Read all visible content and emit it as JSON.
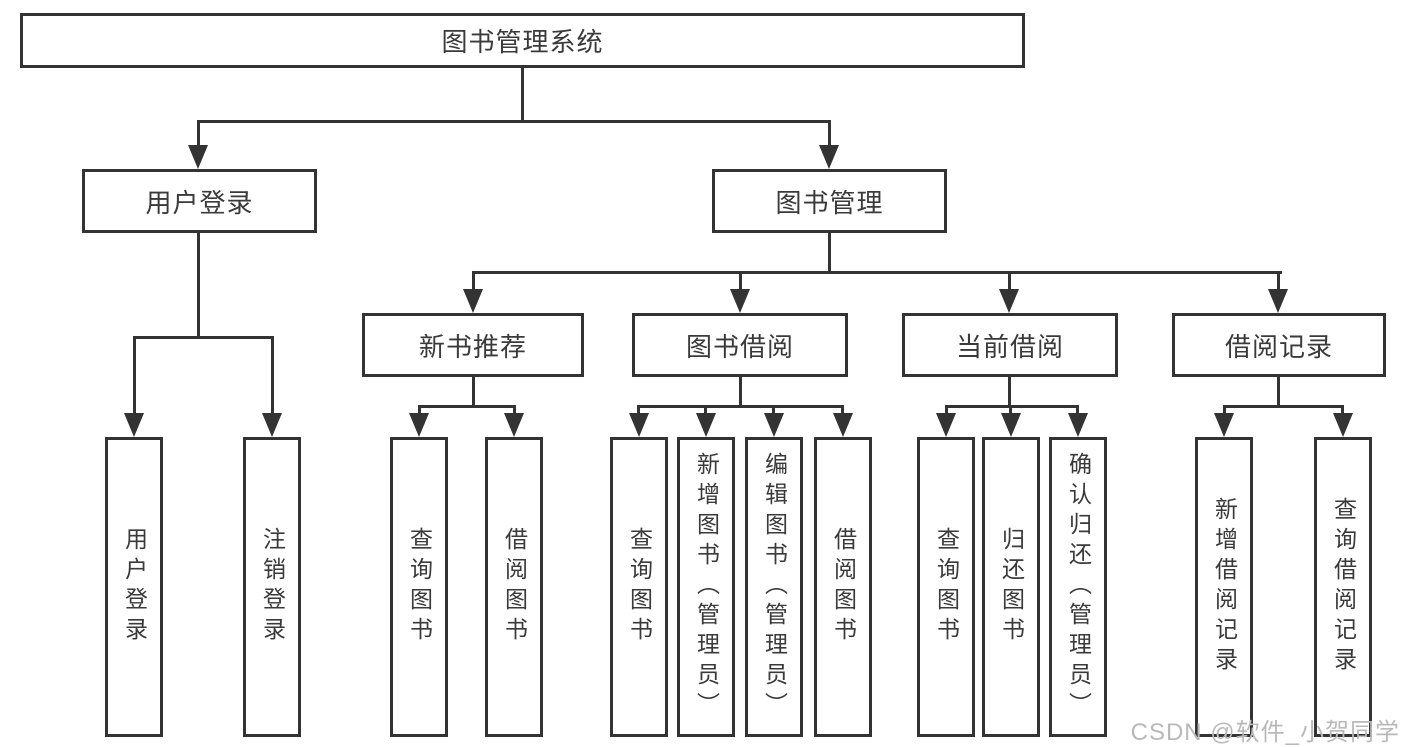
{
  "diagram": {
    "tree": {
      "label": "图书管理系统",
      "children": [
        {
          "label": "用户登录",
          "children": [
            {
              "label": "用户登录"
            },
            {
              "label": "注销登录"
            }
          ]
        },
        {
          "label": "图书管理",
          "children": [
            {
              "label": "新书推荐",
              "children": [
                {
                  "label": "查询图书"
                },
                {
                  "label": "借阅图书"
                }
              ]
            },
            {
              "label": "图书借阅",
              "children": [
                {
                  "label": "查询图书"
                },
                {
                  "label": "新增图书（管理员）"
                },
                {
                  "label": "编辑图书（管理员）"
                },
                {
                  "label": "借阅图书"
                }
              ]
            },
            {
              "label": "当前借阅",
              "children": [
                {
                  "label": "查询图书"
                },
                {
                  "label": "归还图书"
                },
                {
                  "label": "确认归还（管理员）"
                }
              ]
            },
            {
              "label": "借阅记录",
              "children": [
                {
                  "label": "新增借阅记录"
                },
                {
                  "label": "查询借阅记录"
                }
              ]
            }
          ]
        }
      ]
    }
  },
  "watermark": {
    "text": "CSDN @软件_小贺同学",
    "color": "#b9b9b9"
  },
  "colors": {
    "line": "#333333",
    "text": "#3a3a3a",
    "box_background": "#ffffff",
    "page_background": "#ffffff"
  }
}
